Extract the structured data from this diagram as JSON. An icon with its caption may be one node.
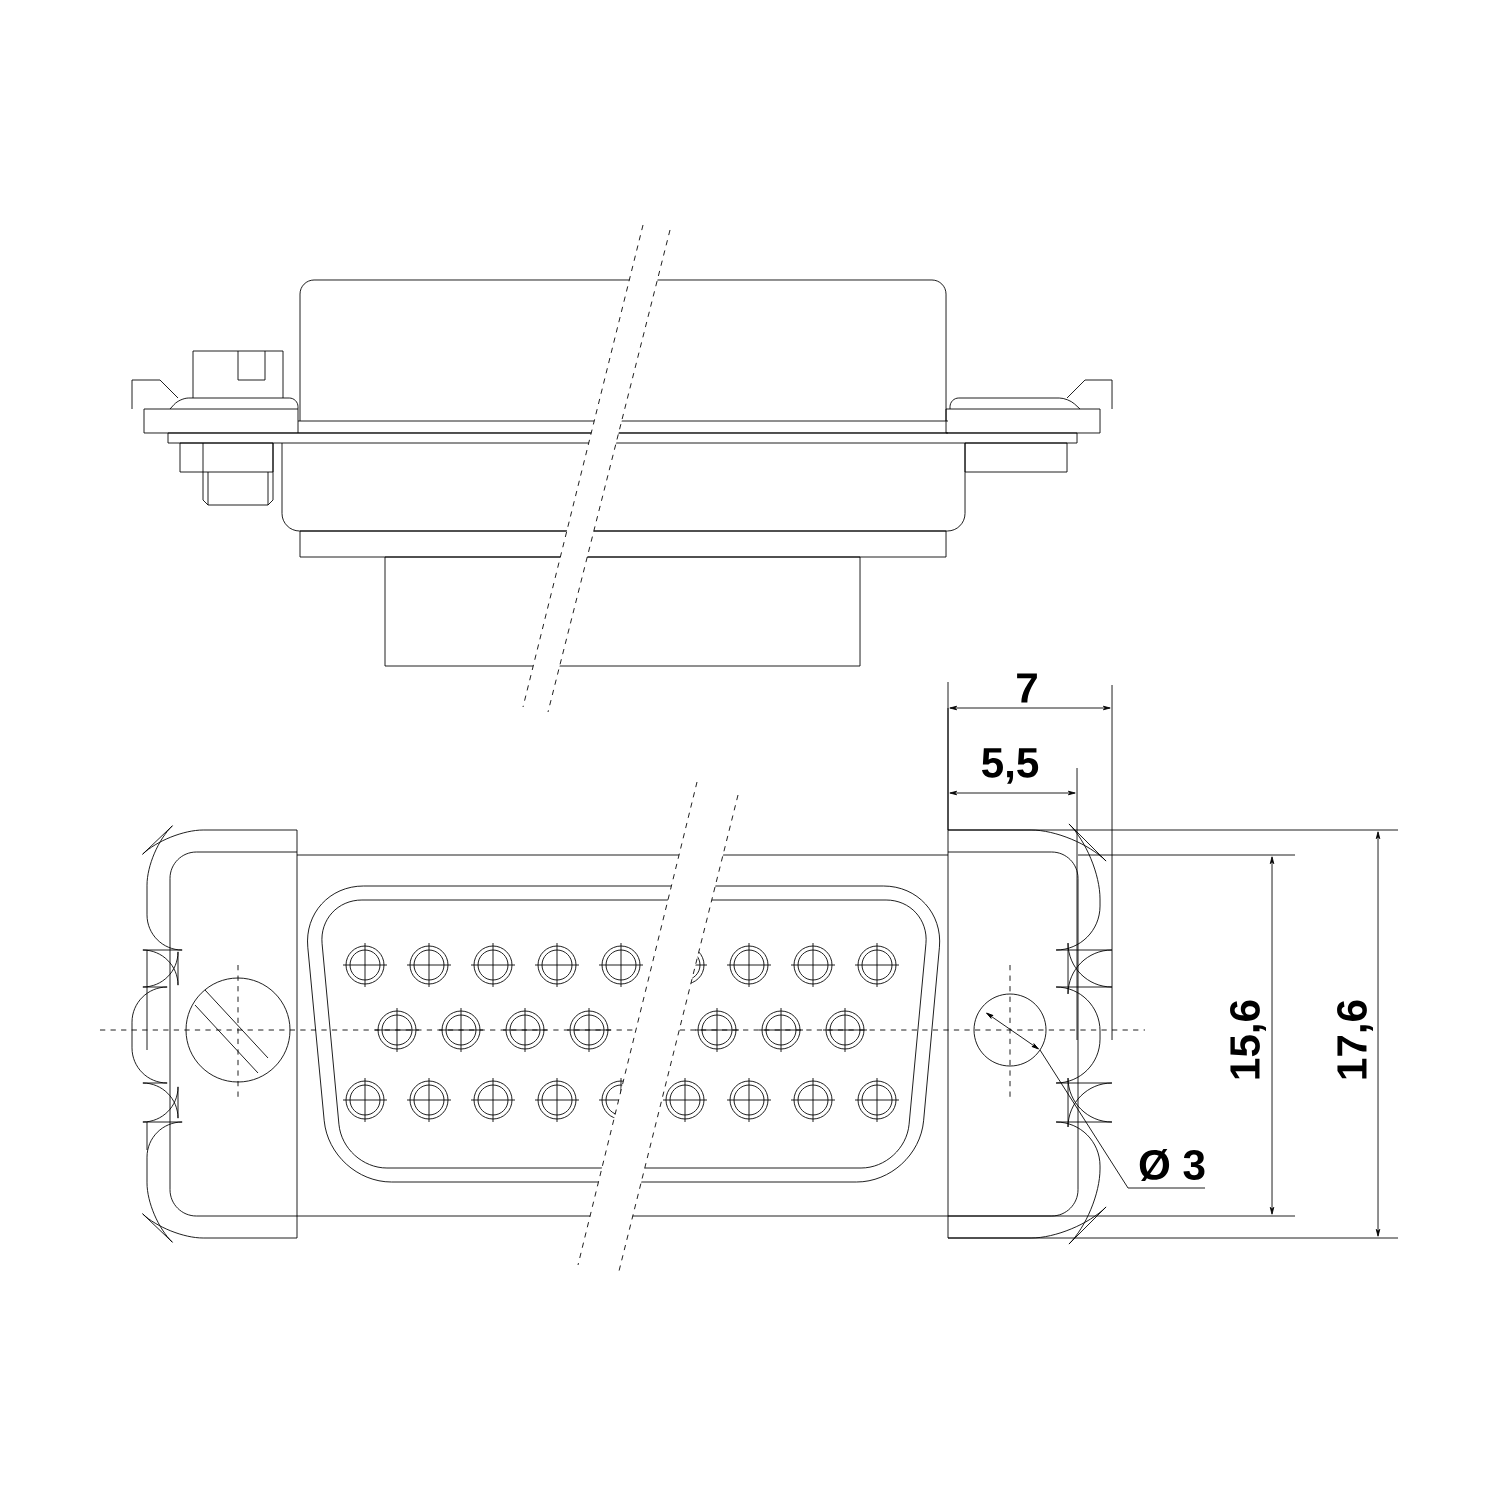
{
  "diagram": {
    "labels": [
      "7",
      "5,5",
      "15,6",
      "17,6",
      "Ø 3"
    ]
  }
}
